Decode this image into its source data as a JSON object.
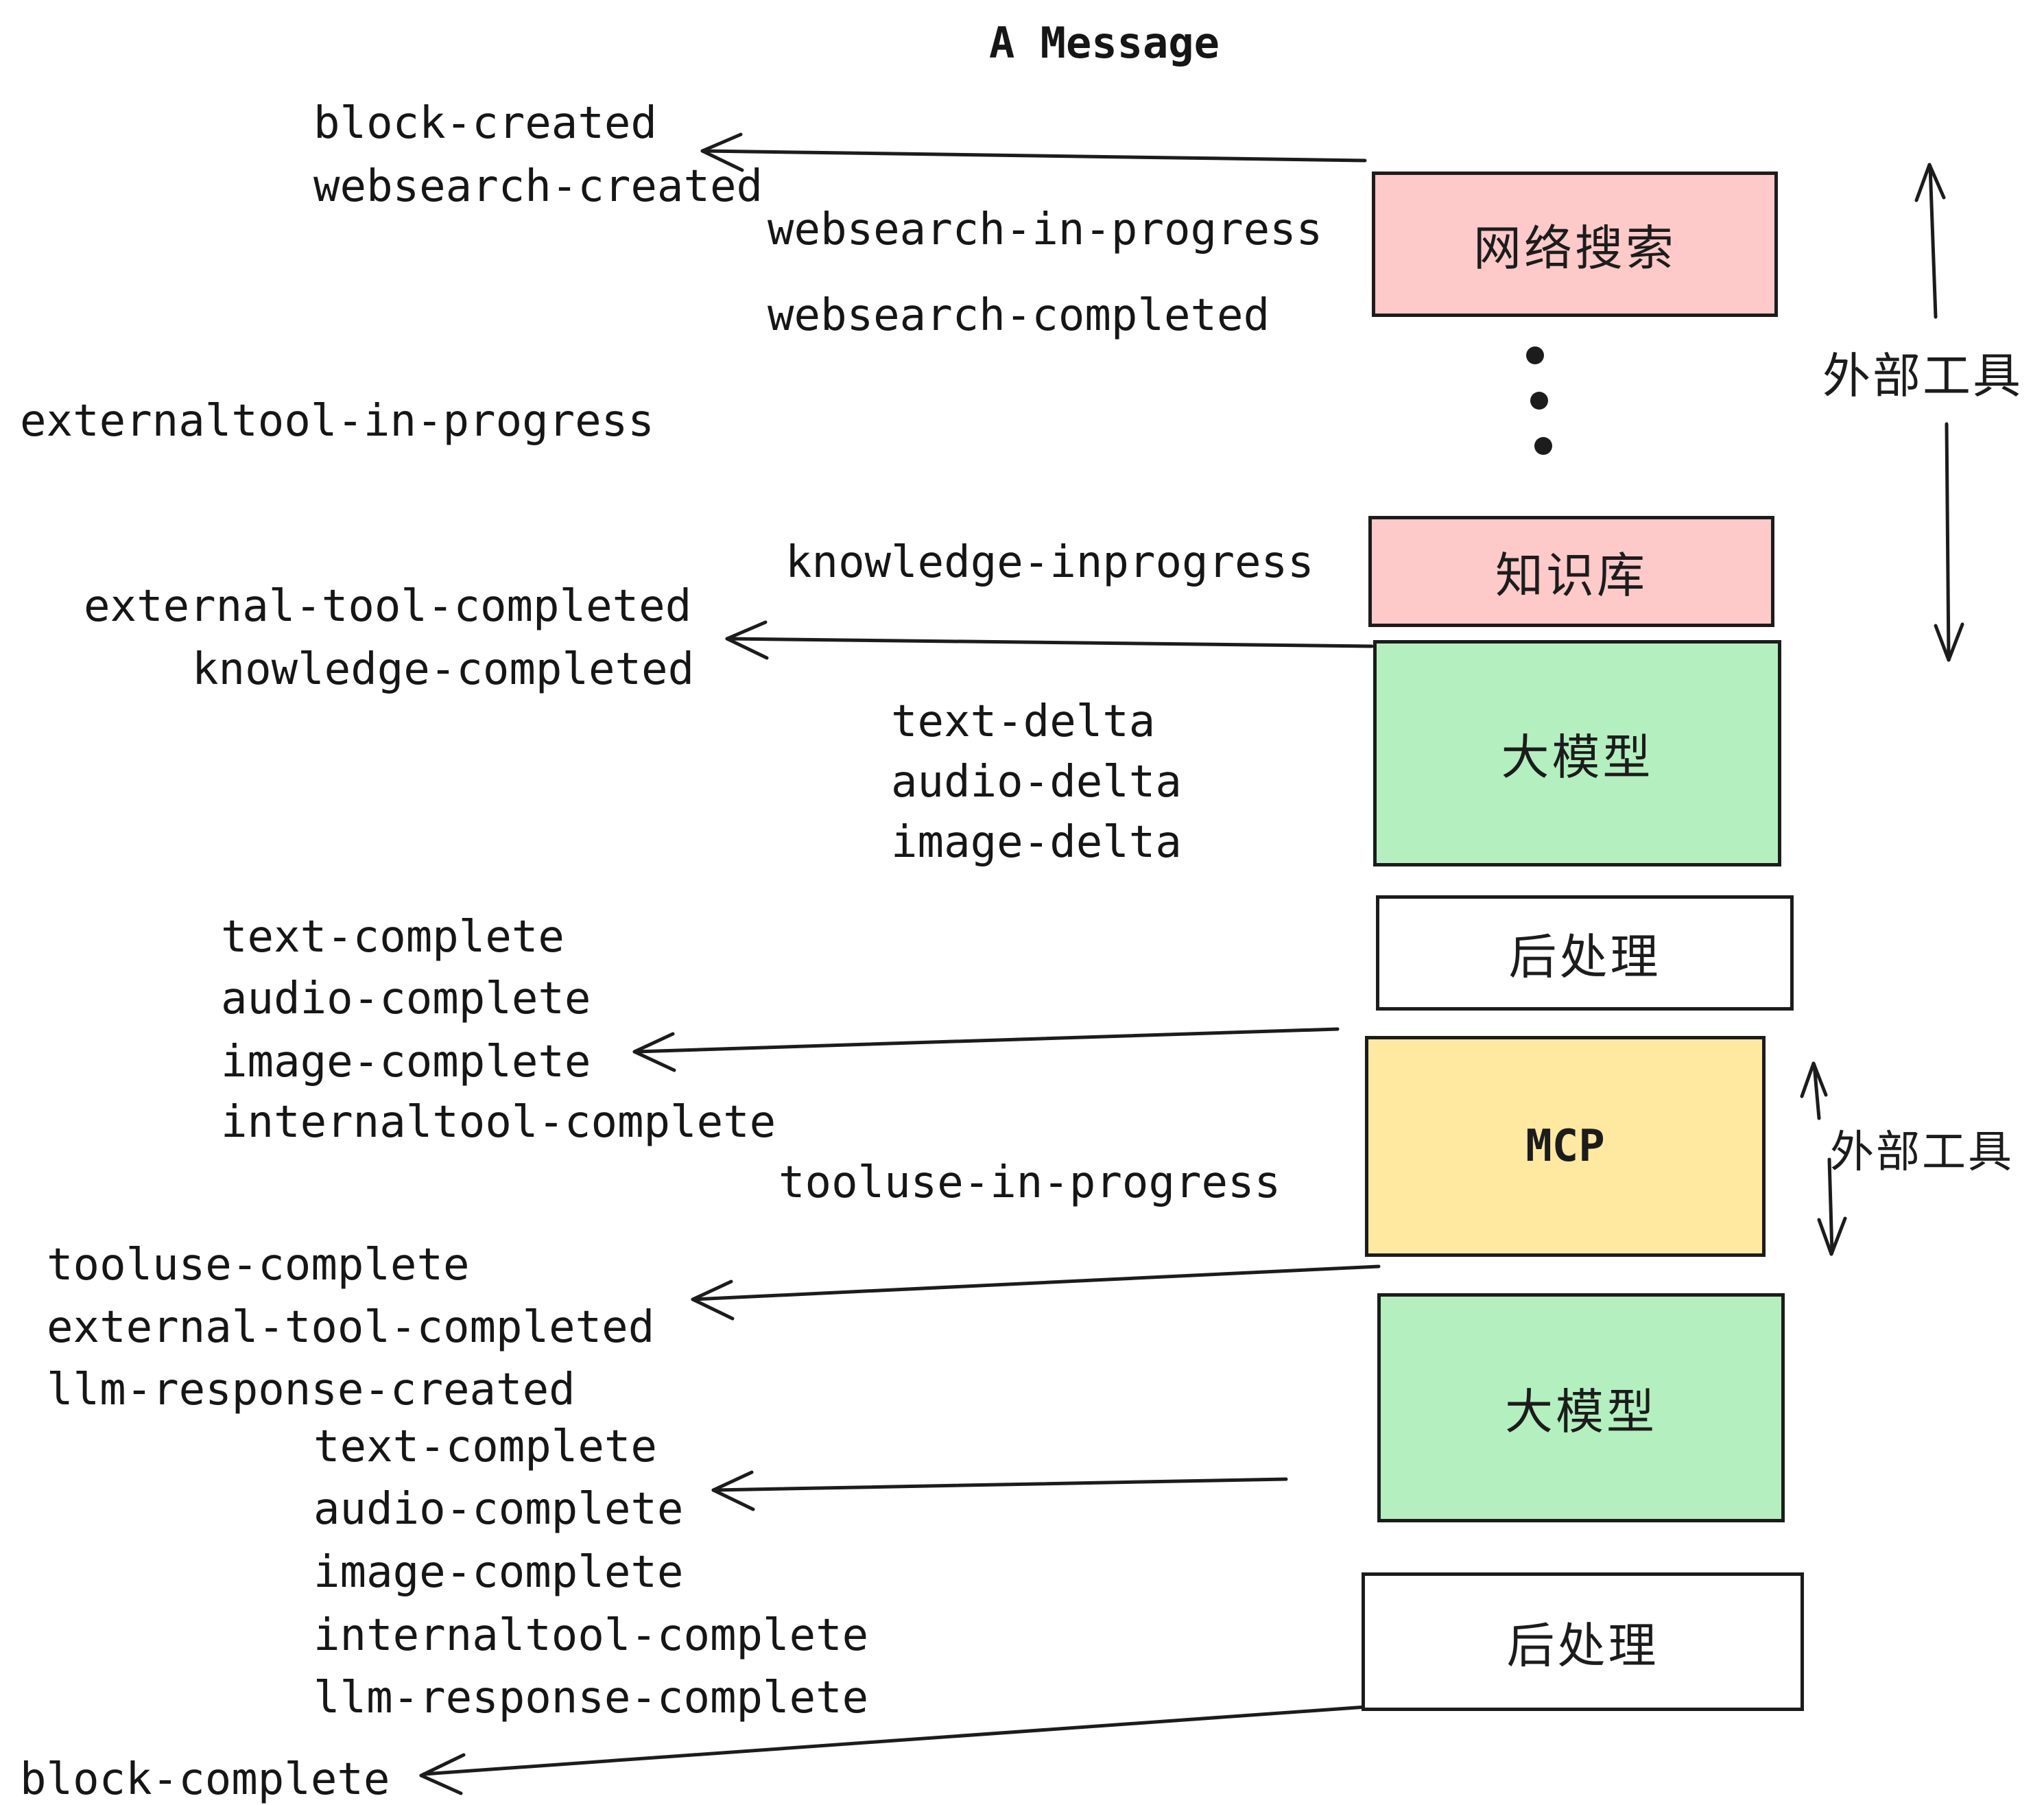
{
  "title": "A Message",
  "colors": {
    "background": "#ffffff",
    "ink": "#1c1c1c",
    "websearch_box": "#fdc9c9",
    "knowledge_box": "#fdc9c9",
    "llm_box": "#b4efbf",
    "mcp_box": "#ffe9a0",
    "postprocess_box": "#ffffff"
  },
  "events": [
    {
      "id": "block-created",
      "text": "block-created"
    },
    {
      "id": "websearch-created",
      "text": "websearch-created"
    },
    {
      "id": "websearch-in-progress",
      "text": "websearch-in-progress"
    },
    {
      "id": "websearch-completed",
      "text": "websearch-completed"
    },
    {
      "id": "externaltool-in-progress",
      "text": "externaltool-in-progress"
    },
    {
      "id": "knowledge-inprogress",
      "text": "knowledge-inprogress"
    },
    {
      "id": "external-tool-completed-1",
      "text": "external-tool-completed"
    },
    {
      "id": "knowledge-completed",
      "text": "knowledge-completed"
    },
    {
      "id": "text-delta-1",
      "text": "text-delta"
    },
    {
      "id": "audio-delta-1",
      "text": "audio-delta"
    },
    {
      "id": "image-delta-1",
      "text": "image-delta"
    },
    {
      "id": "text-complete-1",
      "text": "text-complete"
    },
    {
      "id": "audio-complete-1",
      "text": "audio-complete"
    },
    {
      "id": "image-complete-1",
      "text": "image-complete"
    },
    {
      "id": "internaltool-complete-1",
      "text": "internaltool-complete"
    },
    {
      "id": "tooluse-in-progress",
      "text": "tooluse-in-progress"
    },
    {
      "id": "tooluse-complete",
      "text": "tooluse-complete"
    },
    {
      "id": "external-tool-completed-2",
      "text": "external-tool-completed"
    },
    {
      "id": "llm-response-created",
      "text": "llm-response-created"
    },
    {
      "id": "text-complete-2",
      "text": "text-complete"
    },
    {
      "id": "audio-complete-2",
      "text": "audio-complete"
    },
    {
      "id": "image-complete-2",
      "text": "image-complete"
    },
    {
      "id": "internaltool-complete-2",
      "text": "internaltool-complete"
    },
    {
      "id": "llm-response-complete",
      "text": "llm-response-complete"
    },
    {
      "id": "block-complete",
      "text": "block-complete"
    }
  ],
  "boxes": [
    {
      "id": "websearch",
      "label": "网络搜索",
      "color": "#fdc9c9"
    },
    {
      "id": "knowledge",
      "label": "知识库",
      "color": "#fdc9c9"
    },
    {
      "id": "llm-1",
      "label": "大模型",
      "color": "#b4efbf"
    },
    {
      "id": "postprocess-1",
      "label": "后处理",
      "color": "#ffffff"
    },
    {
      "id": "mcp",
      "label": "MCP",
      "color": "#ffe9a0"
    },
    {
      "id": "llm-2",
      "label": "大模型",
      "color": "#b4efbf"
    },
    {
      "id": "postprocess-2",
      "label": "后处理",
      "color": "#ffffff"
    }
  ],
  "annotations": {
    "external_tools_top": "外部工具",
    "external_tools_mcp": "外部工具"
  }
}
